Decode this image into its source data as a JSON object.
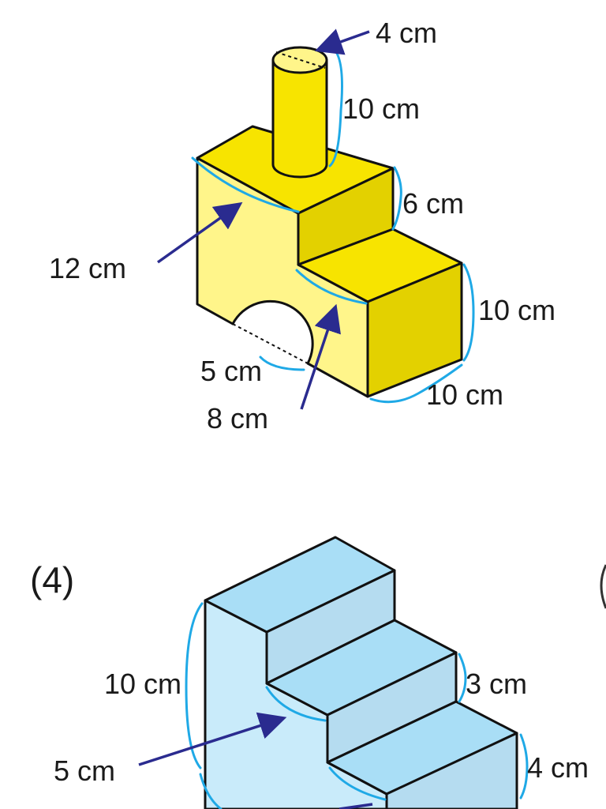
{
  "colors": {
    "yellow_light": "#fff58a",
    "yellow_top": "#f7e400",
    "yellow_dark": "#e3d100",
    "blue_light": "#c9ebfa",
    "blue_top": "#a9def6",
    "blue_dark": "#b5dcf0",
    "brace": "#1fa9e6",
    "arrow": "#2a2b8f"
  },
  "figure3": {
    "labels": {
      "cyl_diameter": "4 cm",
      "cyl_height": "10 cm",
      "upper_step": "6 cm",
      "lower_height": "10 cm",
      "depth": "10 cm",
      "width": "12 cm",
      "arch": "5 cm",
      "lower_length": "8 cm"
    }
  },
  "figure4": {
    "number": "(4)",
    "labels": {
      "total_height": "10 cm",
      "step_height_mid": "3 cm",
      "step_height_low": "4 cm",
      "step_run": "5 cm"
    }
  }
}
